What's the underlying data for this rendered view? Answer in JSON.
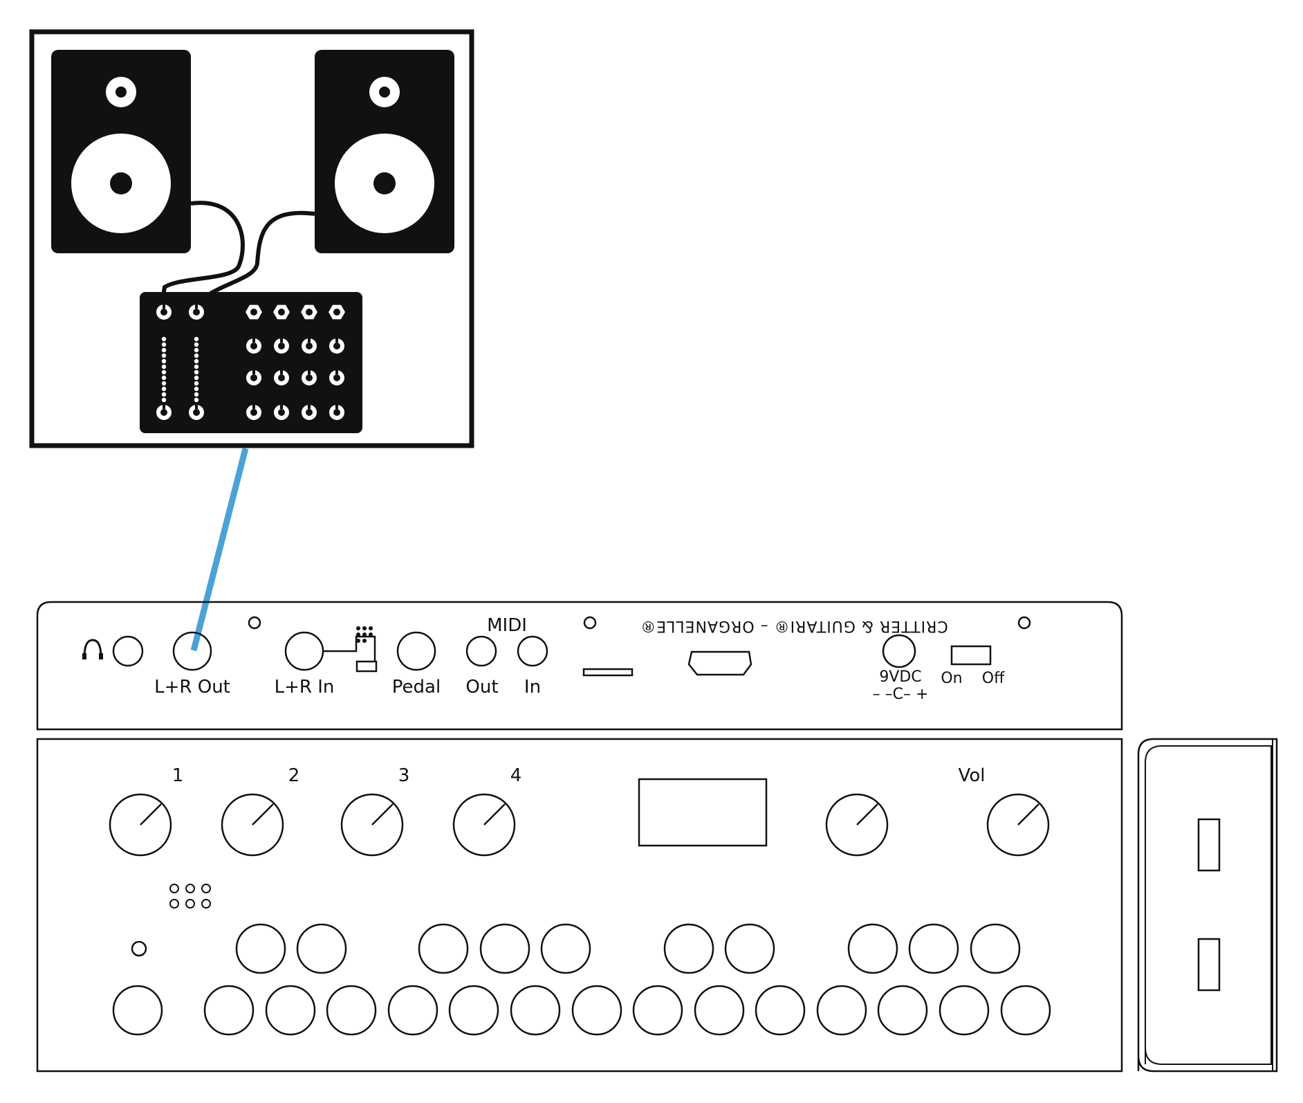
{
  "back_panel": {
    "labels": {
      "lr_out": "L+R Out",
      "lr_in": "L+R In",
      "pedal": "Pedal",
      "midi": "MIDI",
      "midi_out": "Out",
      "midi_in": "In",
      "power": "9VDC",
      "power_polarity": "– –C– +",
      "switch_on": "On",
      "switch_off": "Off"
    },
    "branding": "CRITTER & GUITARI® – ORGANELLE®",
    "headphone_icon": "headphones-icon"
  },
  "top_panel": {
    "knob_labels": [
      "1",
      "2",
      "3",
      "4"
    ],
    "vol_label": "Vol"
  },
  "colors": {
    "cable": "#4aa3d6",
    "ink": "#111111",
    "background": "#ffffff"
  }
}
